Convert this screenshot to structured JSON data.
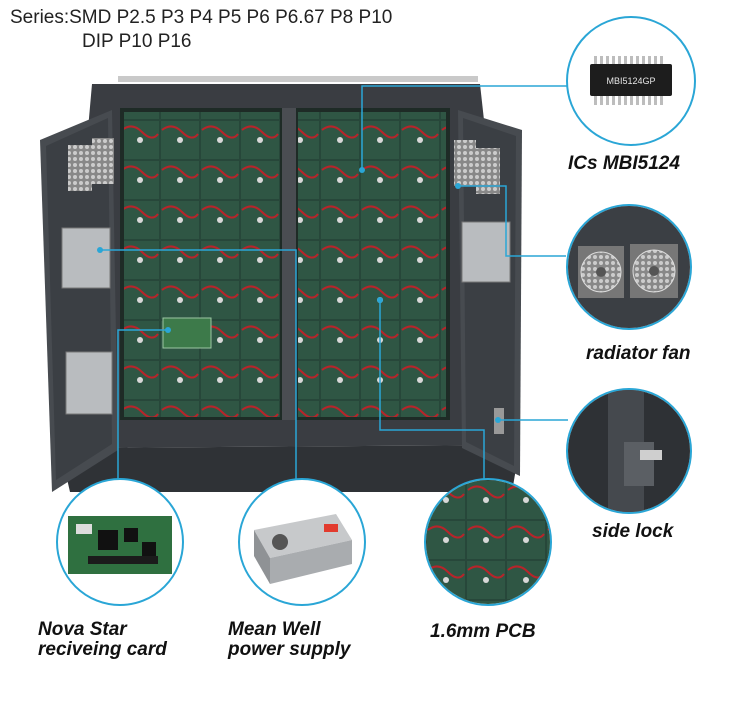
{
  "series": {
    "line1": "Series:SMD P2.5 P3 P4 P5 P6 P6.67 P8 P10",
    "line2": "DIP   P10 P16"
  },
  "callouts": {
    "ic": "ICs MBI5124",
    "fan": "radiator fan",
    "lock": "side lock",
    "card_line1": "Nova Star",
    "card_line2": "reciveing card",
    "psu_line1": "Mean Well",
    "psu_line2": "power supply",
    "pcb": "1.6mm PCB"
  },
  "chip_text": "MBI5124GP",
  "colors": {
    "callout_line": "#2aa6d6",
    "cabinet": "#3a3d42",
    "led_board": "#2a4a3a"
  }
}
